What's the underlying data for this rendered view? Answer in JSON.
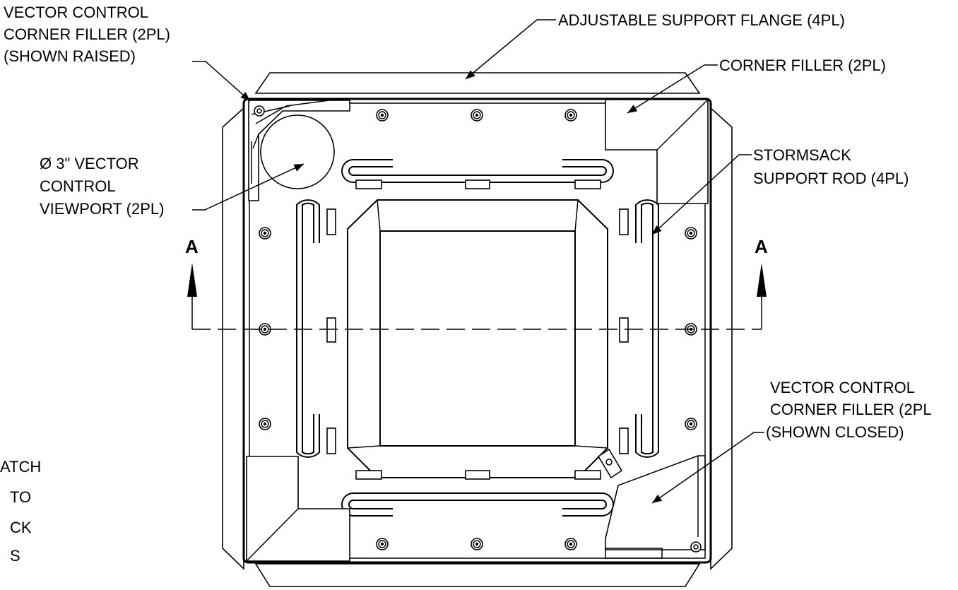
{
  "labels": {
    "vector_raised": [
      "VECTOR CONTROL",
      "CORNER FILLER (2PL)",
      "(SHOWN RAISED)"
    ],
    "flange": [
      "ADJUSTABLE SUPPORT FLANGE (4PL)"
    ],
    "corner_filler": [
      "CORNER FILLER (2PL)"
    ],
    "viewport": [
      "Ø 3\" VECTOR",
      "CONTROL",
      "VIEWPORT (2PL)"
    ],
    "support_rod": [
      "STORMSACK",
      "SUPPORT ROD (4PL)"
    ],
    "vector_closed": [
      "VECTOR CONTROL",
      "CORNER FILLER (2PL",
      "(SHOWN CLOSED)"
    ],
    "cut_left": [
      "ATCH",
      "TO",
      "CK",
      "S"
    ]
  },
  "section": {
    "left": "A",
    "right": "A"
  }
}
